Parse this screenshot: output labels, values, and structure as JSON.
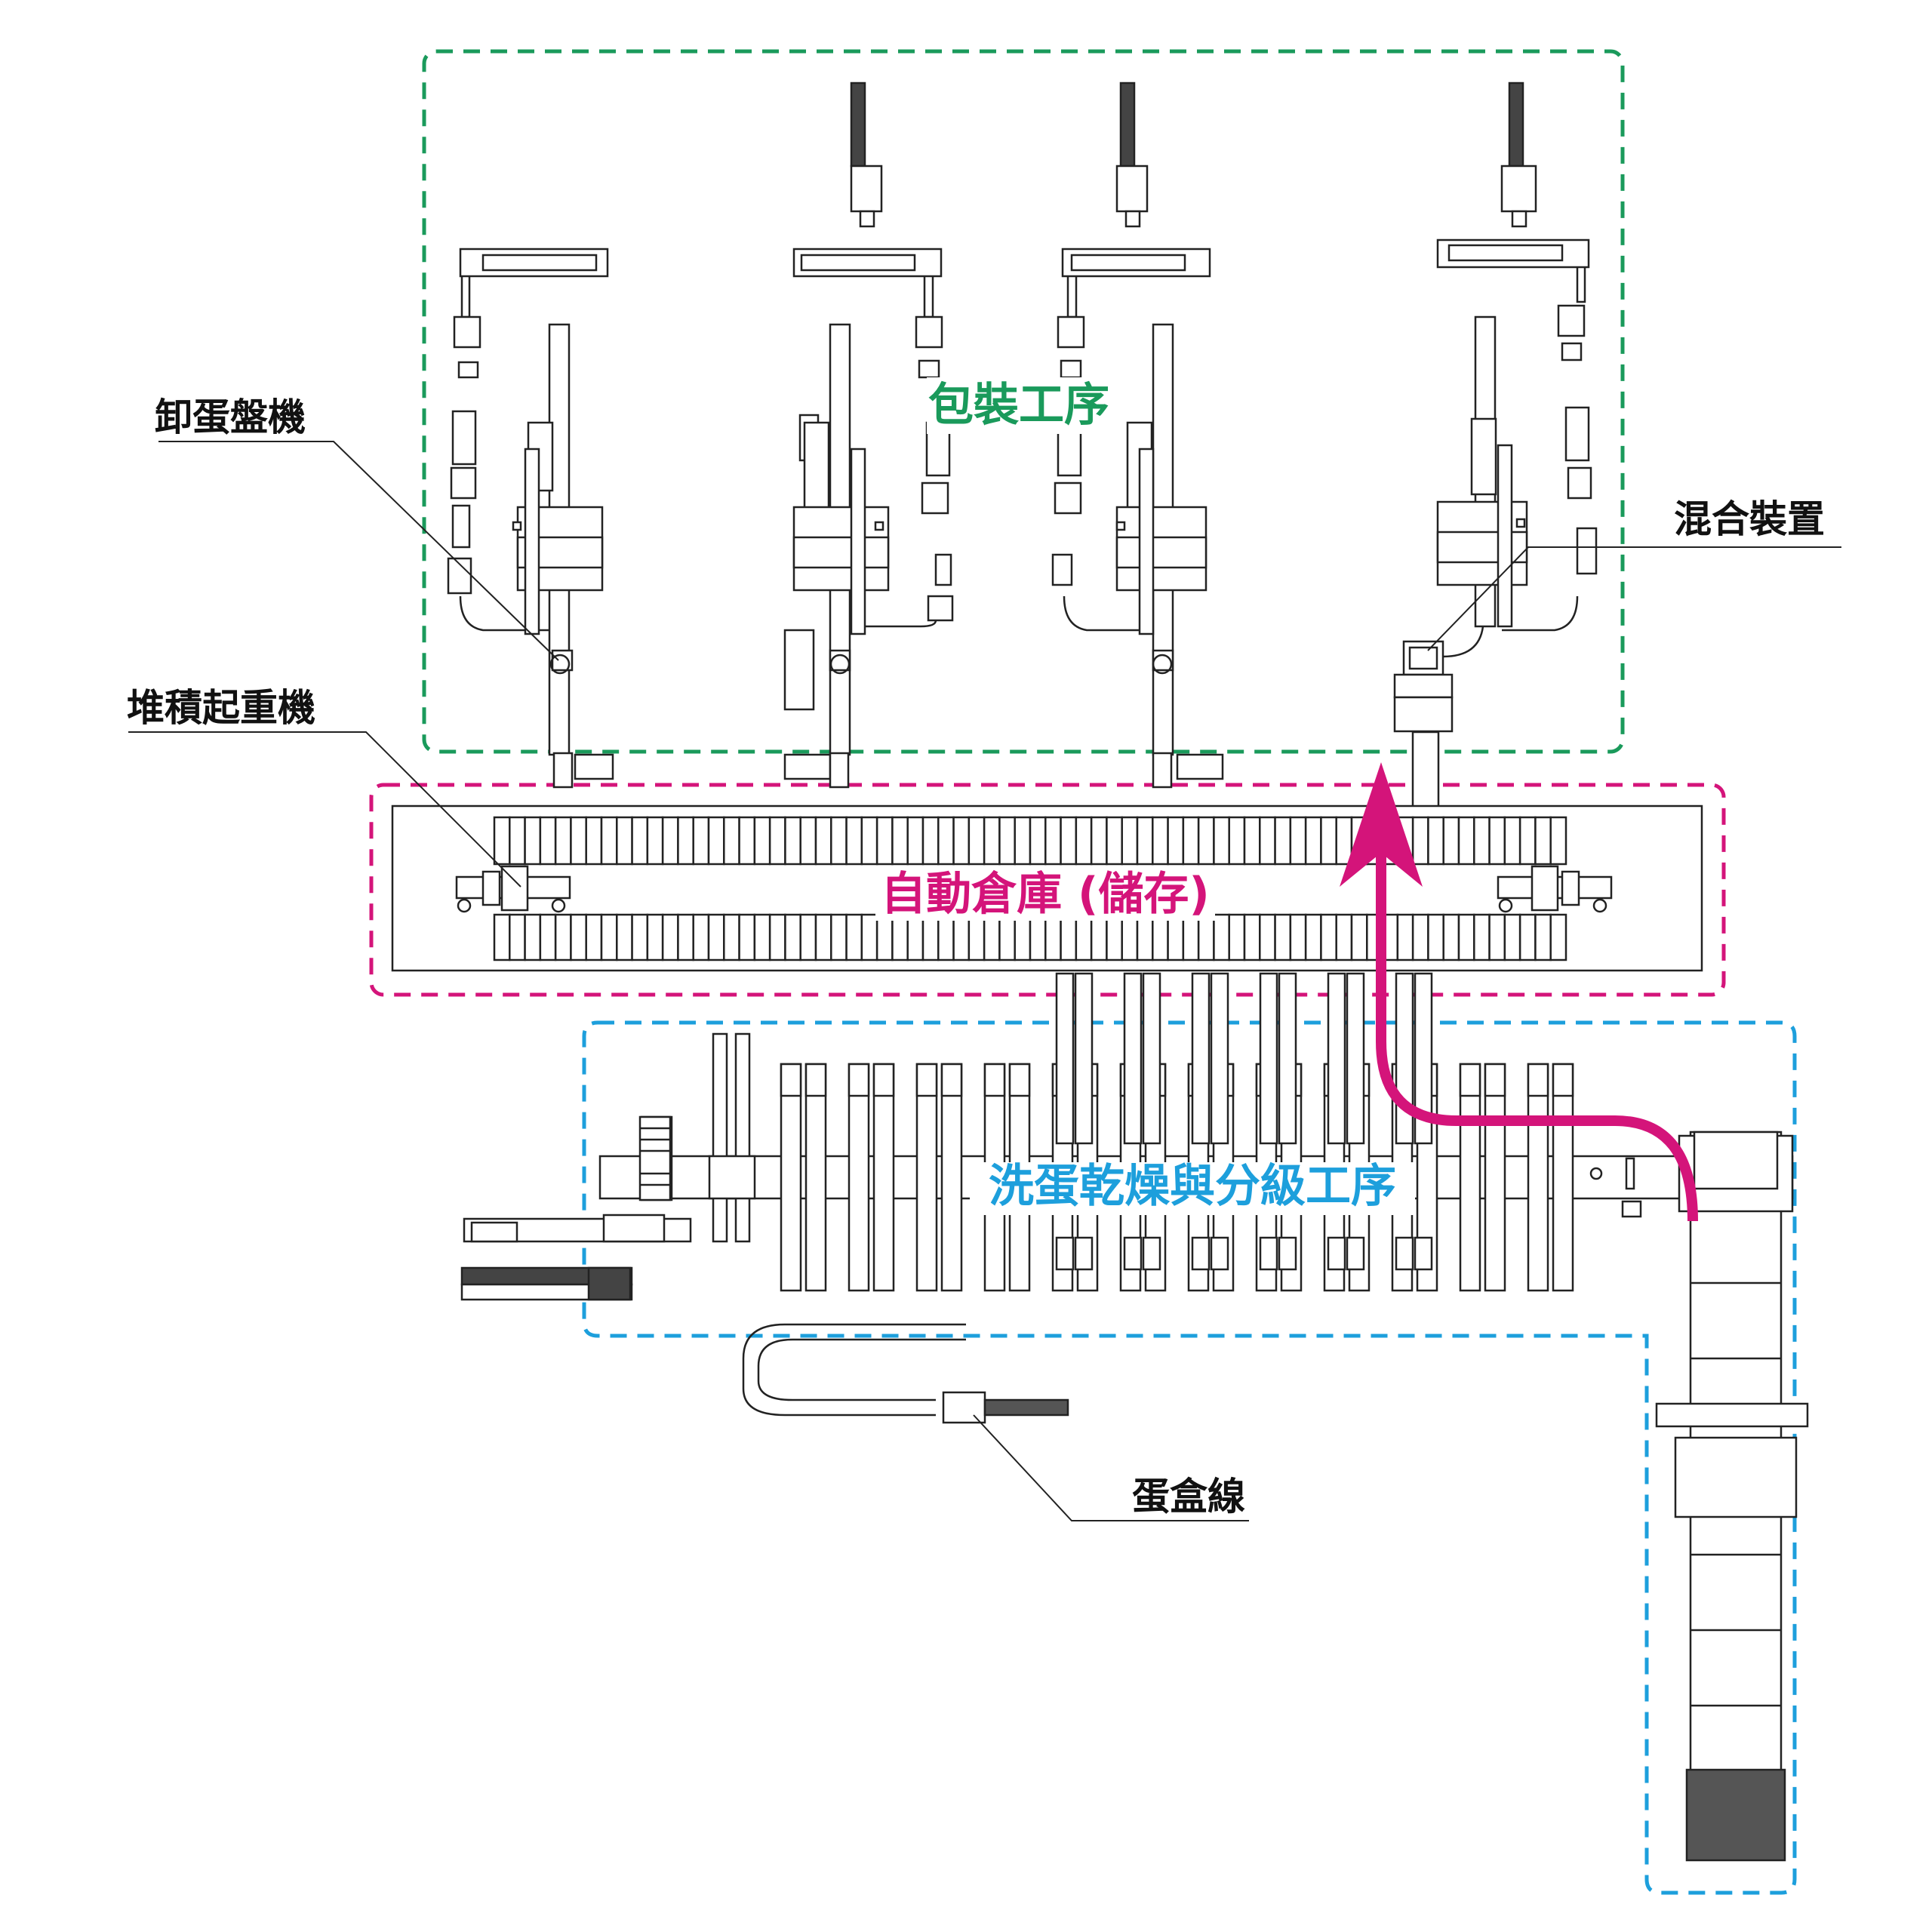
{
  "zones": {
    "packing": {
      "label": "包裝工序",
      "color": "#1a9a5b"
    },
    "storage": {
      "label": "自動倉庫 (儲存)",
      "color": "#d4147a"
    },
    "washing": {
      "label": "洗蛋乾燥與分級工序",
      "color": "#1d9fdc"
    }
  },
  "callouts": {
    "tray_unloader": "卸蛋盤機",
    "stacker_crane": "堆積起重機",
    "mixing_device": "混合裝置",
    "egg_carton_line": "蛋盒線"
  },
  "flow_arrow": {
    "color": "#d4147a"
  },
  "line_color": "#222222"
}
